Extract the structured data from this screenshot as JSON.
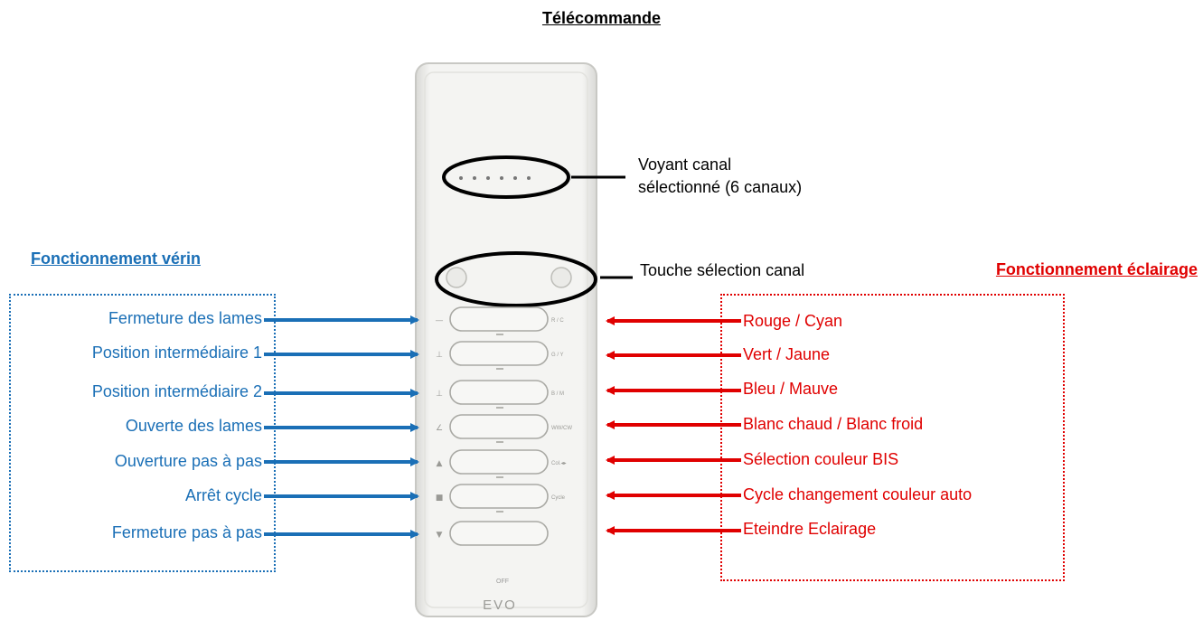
{
  "title": "Télécommande",
  "left_section": {
    "heading": "Fonctionnement vérin",
    "items": [
      "Fermeture des lames",
      "Position intermédiaire 1",
      "Position intermédiaire 2",
      "Ouverte des lames",
      "Ouverture pas à pas",
      "Arrêt cycle",
      "Fermeture pas à pas"
    ]
  },
  "right_section": {
    "heading": "Fonctionnement éclairage",
    "items": [
      "Rouge / Cyan",
      "Vert / Jaune",
      "Bleu / Mauve",
      "Blanc chaud / Blanc froid",
      "Sélection couleur BIS",
      "Cycle changement couleur auto",
      "Eteindre Eclairage"
    ]
  },
  "callouts": {
    "indicator_line1": "Voyant canal",
    "indicator_line2": "sélectionné (6 canaux)",
    "channel_button": "Touche sélection canal"
  },
  "remote": {
    "brand": "EVO",
    "off_label": "OFF",
    "button_labels": [
      "R / C",
      "G / Y",
      "B / M",
      "WW/CW",
      "Col.◂▸",
      "Cycle",
      ""
    ]
  },
  "colors": {
    "left_accent": "#1a6fb6",
    "right_accent": "#e00000",
    "remote_body": "#f2f2f0",
    "remote_edge": "#c8c8c4"
  }
}
